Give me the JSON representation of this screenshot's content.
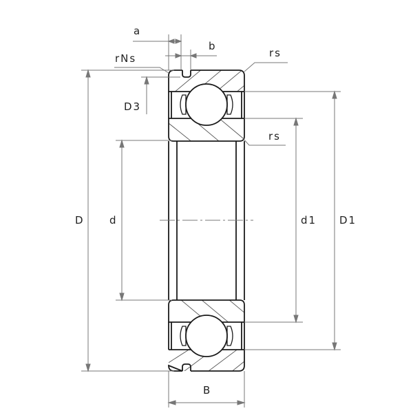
{
  "diagram": {
    "title": "Deep groove ball bearing with snap ring groove - dimension drawing",
    "labels": {
      "a": "a",
      "b": "b",
      "rNs": "rNs",
      "rs_top": "rs",
      "rs_inner": "rs",
      "D3": "D3",
      "D": "D",
      "d": "d",
      "d1": "d1",
      "D1": "D1",
      "B": "B"
    },
    "colors": {
      "outline": "#1a1a1a",
      "dimension": "#777777",
      "hatch": "#555555",
      "text": "#222222"
    }
  }
}
